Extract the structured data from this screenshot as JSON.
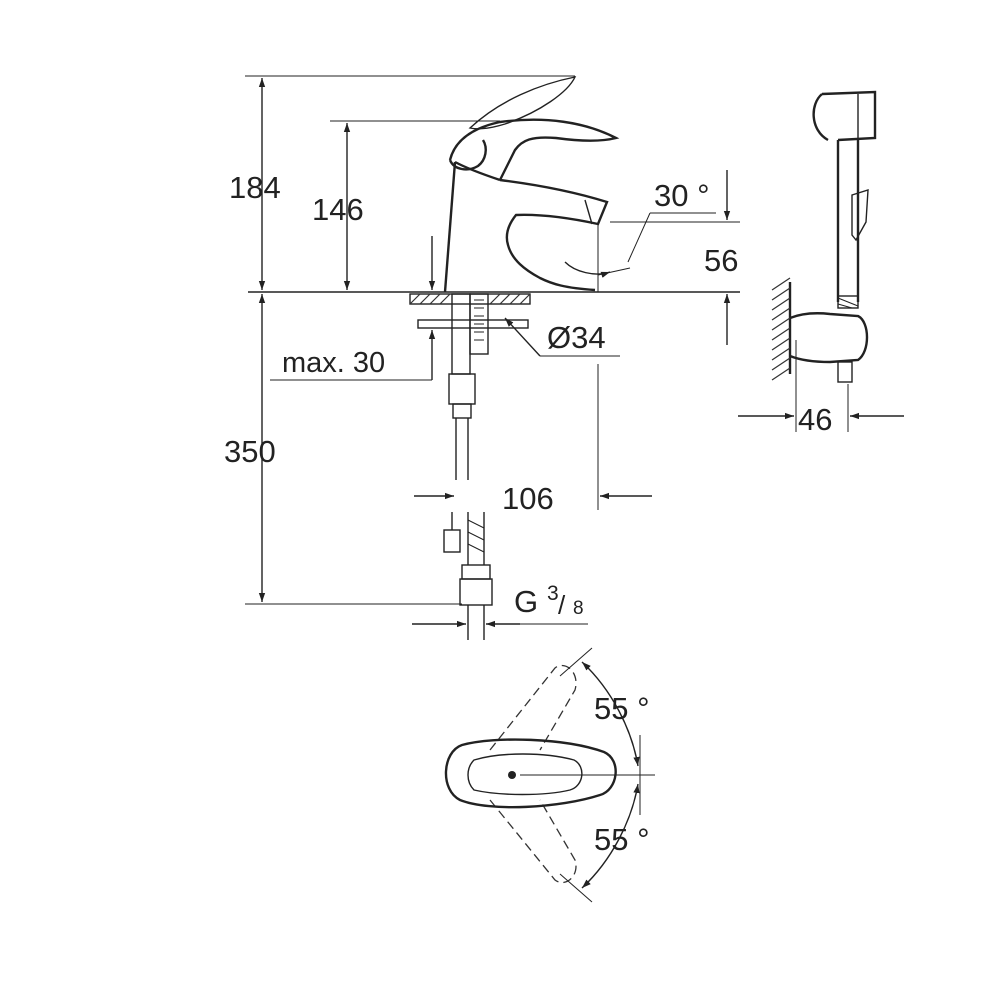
{
  "colors": {
    "line": "#222222",
    "background": "#ffffff"
  },
  "dimensions": {
    "total_height": "184",
    "spout_height": "146",
    "spout_angle": "30 °",
    "spout_clearance": "56",
    "hole_diameter": "Ø34",
    "max_thickness": "max. 30",
    "hose_length": "350",
    "spout_reach": "106",
    "connection_g": "G",
    "connection_num": "3",
    "connection_den": "8",
    "shower_width": "46",
    "rotation_top": "55 °",
    "rotation_bottom": "55 °"
  }
}
